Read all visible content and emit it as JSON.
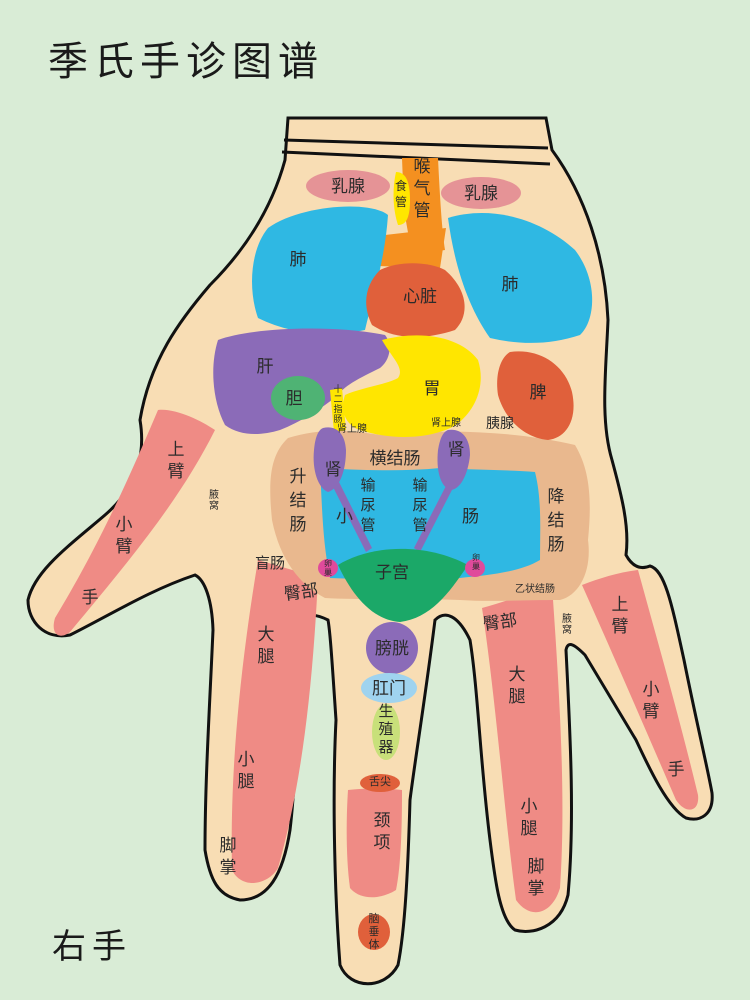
{
  "title": "季氏手诊图谱",
  "hand_label": "右手",
  "colors": {
    "background": "#d9ecd6",
    "skin": "#f8ddb4",
    "limb": "#ef8b85",
    "lung": "#2fb8e3",
    "heart": "#e0603b",
    "throat": "#f49020",
    "liver": "#8b6bb8",
    "gallbladder": "#4fb374",
    "stomach": "#ffe600",
    "intestine": "#e9b88e",
    "uterus": "#1ba868"
  },
  "labels": {
    "breast_left": "乳腺",
    "breast_right": "乳腺",
    "throat": "喉气管",
    "esophagus": "食管",
    "lung_left": "肺",
    "lung_right": "肺",
    "heart": "心脏",
    "liver": "肝",
    "gallbladder": "胆",
    "stomach": "胃",
    "duodenum": "十二指肠",
    "spleen": "脾",
    "adrenal_left": "肾上腺",
    "adrenal_right": "肾上腺",
    "pancreas": "胰腺",
    "transverse_colon": "横结肠",
    "ascending_colon": "升结肠",
    "descending_colon": "降结肠",
    "kidney_left": "肾",
    "kidney_right": "肾",
    "ureter_left": "输尿管",
    "ureter_right": "输尿管",
    "small_intestine_1": "小",
    "small_intestine_2": "肠",
    "uterus": "子宫",
    "ovary_left": "卵巢",
    "ovary_right": "卵巢",
    "cecum": "盲肠",
    "sigmoid_colon": "乙状结肠",
    "armpit_left": "腋窝",
    "armpit_right": "腋窝",
    "bladder": "膀胱",
    "anus": "肛门",
    "genitals": "生殖器",
    "tongue_tip": "舌尖",
    "neck": "颈项",
    "pituitary": "脑垂体",
    "thumb_upper_arm": "上臂",
    "thumb_forearm": "小臂",
    "thumb_hand": "手",
    "index_hip": "臀部",
    "index_thigh": "大腿",
    "index_calf": "小腿",
    "index_sole": "脚掌",
    "ring_hip": "臀部",
    "ring_thigh": "大腿",
    "ring_calf": "小腿",
    "ring_sole": "脚掌",
    "pinky_upper_arm": "上臂",
    "pinky_forearm": "小臂",
    "pinky_hand": "手"
  }
}
